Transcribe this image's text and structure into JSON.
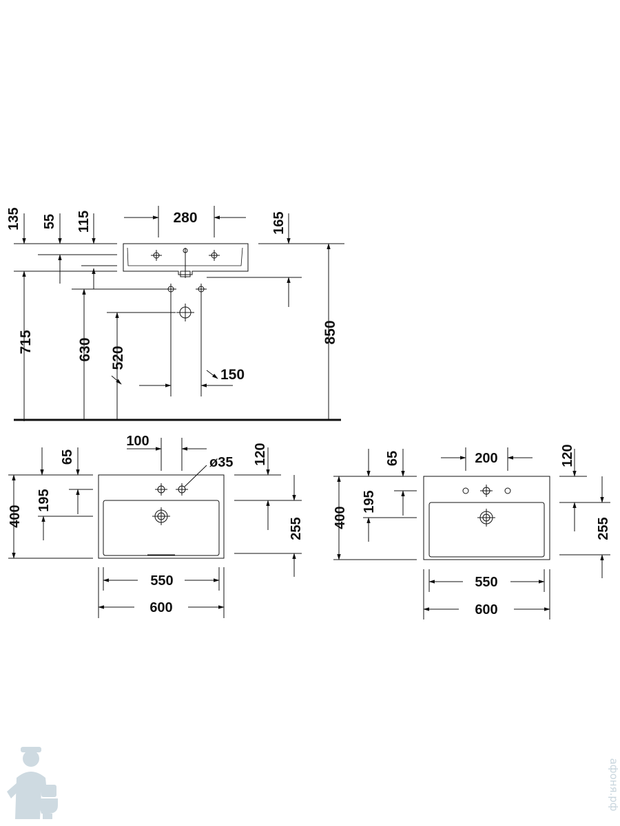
{
  "side_view": {
    "labels": {
      "d135": "135",
      "d55": "55",
      "d115": "115",
      "d280": "280",
      "d165": "165",
      "d715": "715",
      "d630": "630",
      "d520": "520",
      "d850": "850",
      "d150": "150"
    }
  },
  "top_view_one_hole": {
    "labels": {
      "d100": "100",
      "d65": "65",
      "d120": "120",
      "d_phi35": "ø35",
      "d400": "400",
      "d195": "195",
      "d255": "255",
      "d550": "550",
      "d600": "600"
    }
  },
  "top_view_three_hole": {
    "labels": {
      "d65": "65",
      "d200": "200",
      "d120": "120",
      "d400": "400",
      "d195": "195",
      "d255": "255",
      "d550": "550",
      "d600": "600"
    }
  },
  "watermark": {
    "text": "афоня.рф",
    "logo_icon": "plumber-mascot-icon"
  },
  "colors": {
    "line": "#111111",
    "watermark": "#c9d6de"
  }
}
